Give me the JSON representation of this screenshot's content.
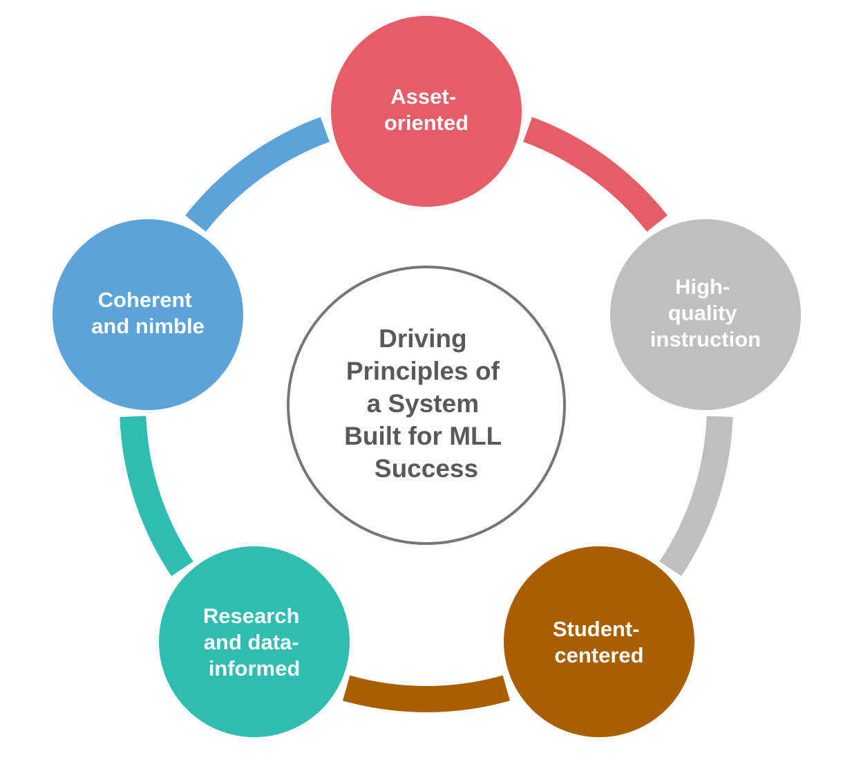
{
  "center": {
    "lines": [
      "Driving",
      "Principles of",
      "a System",
      "Built for MLL",
      "Success"
    ],
    "stroke_color": "#767676"
  },
  "nodes": [
    {
      "id": "asset-oriented",
      "lines": [
        "Asset-",
        "oriented"
      ],
      "color": "#E65C67"
    },
    {
      "id": "high-quality-instruction",
      "lines": [
        "High-",
        "quality",
        "instruction"
      ],
      "color": "#BFBFBF"
    },
    {
      "id": "student-centered",
      "lines": [
        "Student-",
        "centered"
      ],
      "color": "#A95E00"
    },
    {
      "id": "research-and-data-informed",
      "lines": [
        "Research",
        "and data-",
        "informed"
      ],
      "color": "#2FBDB1"
    },
    {
      "id": "coherent-and-nimble",
      "lines": [
        "Coherent",
        "and nimble"
      ],
      "color": "#5BA3D9"
    }
  ],
  "connectors": [
    {
      "id": "asset-to-high-quality",
      "color": "#E65C67"
    },
    {
      "id": "high-quality-to-student",
      "color": "#BFBFBF"
    },
    {
      "id": "student-to-research",
      "color": "#A95E00"
    },
    {
      "id": "research-to-coherent",
      "color": "#2FBDB1"
    },
    {
      "id": "coherent-to-asset",
      "color": "#5BA3D9"
    }
  ]
}
